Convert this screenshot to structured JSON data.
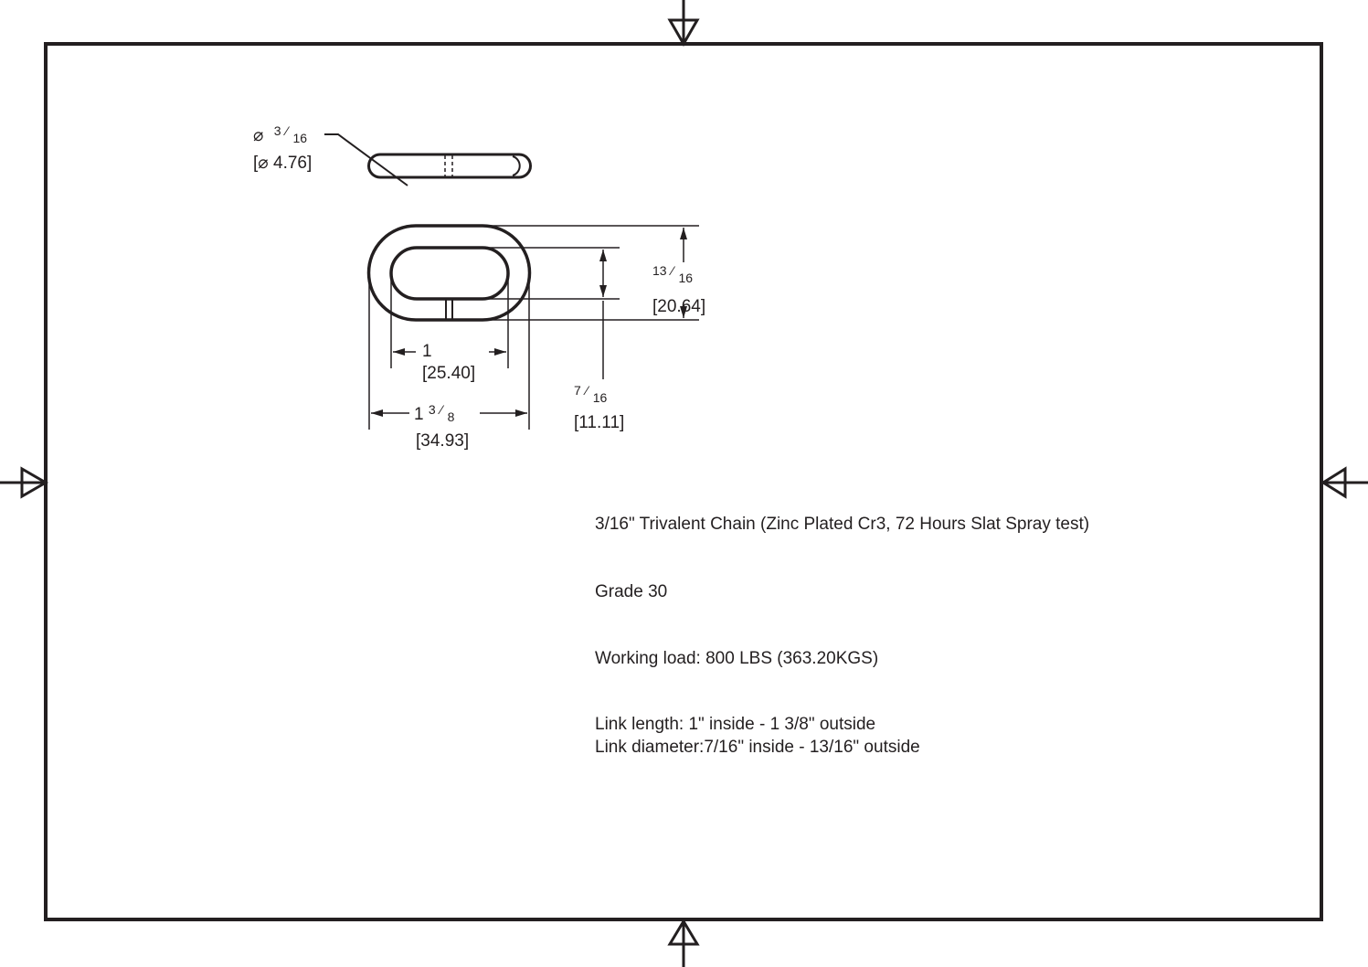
{
  "drawing": {
    "wire_diameter": {
      "symbol": "⌀",
      "imperial_whole": "",
      "imperial_num": "3",
      "imperial_den": "16",
      "metric": "[⌀ 4.76]"
    },
    "outside_diameter": {
      "imperial_num": "13",
      "imperial_den": "16",
      "metric": "[20.64]"
    },
    "inside_diameter": {
      "imperial_num": "7",
      "imperial_den": "16",
      "metric": "[11.11]"
    },
    "inside_length": {
      "imperial": "1",
      "metric": "[25.40]"
    },
    "outside_length": {
      "imperial_whole": "1",
      "imperial_num": "3",
      "imperial_den": "8",
      "metric": "[34.93]"
    }
  },
  "specs": {
    "title": "3/16\" Trivalent Chain  (Zinc Plated Cr3,   72 Hours Slat Spray test)",
    "grade": "Grade 30",
    "working_load": "Working load:  800 LBS (363.20KGS)",
    "link_length": "Link length: 1\" inside - 1 3/8\" outside",
    "link_diameter": "Link diameter:7/16\" inside - 13/16\" outside"
  }
}
